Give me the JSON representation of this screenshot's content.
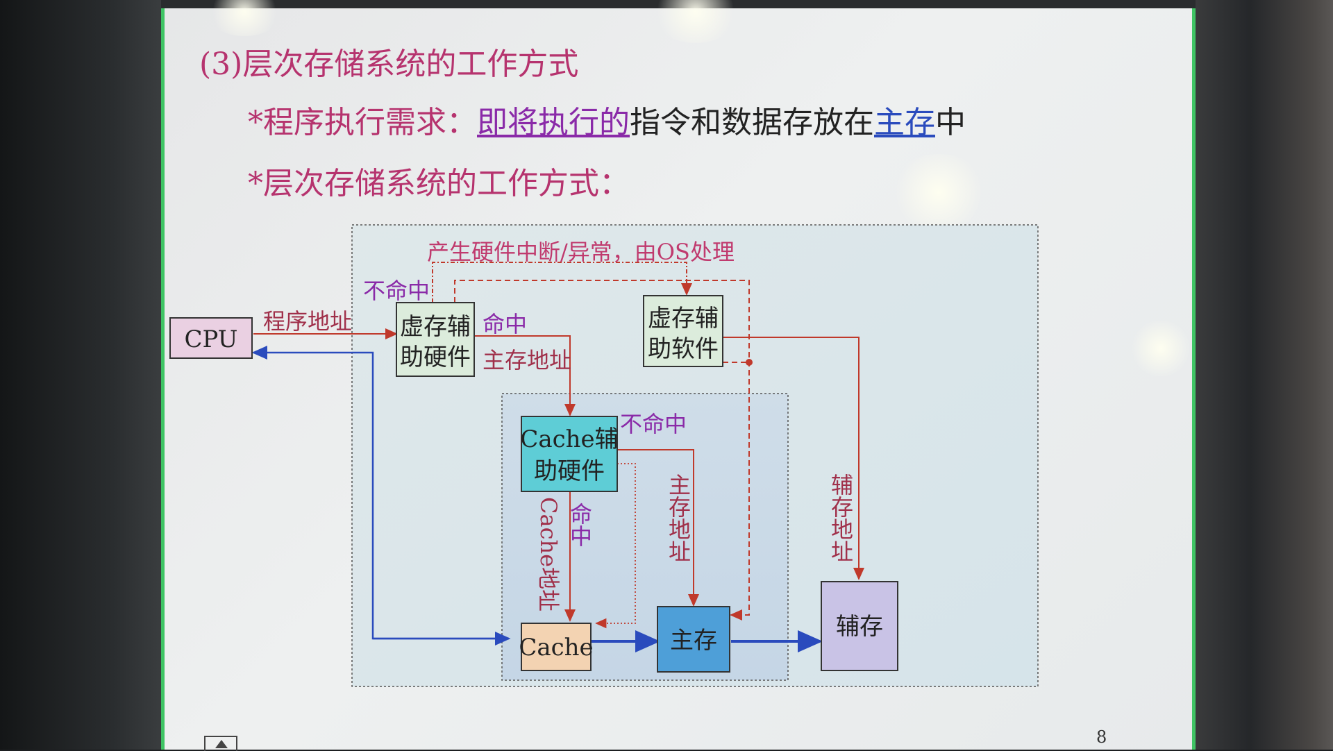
{
  "slide": {
    "title": "(3)层次存储系统的工作方式",
    "line1_prefix": "*程序执行需求：",
    "line1_underline1": "即将执行的",
    "line1_middle": "指令和数据存放在",
    "line1_underline2": "主存",
    "line1_suffix": "中",
    "line2": "*层次存储系统的工作方式：",
    "page_number": "8"
  },
  "diagram": {
    "boxes": {
      "cpu": "CPU",
      "vm_hw_1": "虚存辅",
      "vm_hw_2": "助硬件",
      "vm_sw_1": "虚存辅",
      "vm_sw_2": "助软件",
      "cache_hw_1": "Cache辅",
      "cache_hw_2": "助硬件",
      "cache": "Cache",
      "main_memory": "主存",
      "aux_memory": "辅存"
    },
    "labels": {
      "interrupt": "产生硬件中断/异常，由OS处理",
      "miss_top": "不命中",
      "program_address": "程序地址",
      "hit_top": "命中",
      "main_address": "主存地址",
      "cache_miss": "不命中",
      "cache_address": "Cache地址",
      "cache_hit": "命中",
      "main_address_vertical": "主存地址",
      "aux_address": "辅存地址"
    }
  },
  "colors": {
    "slide_green": "#3fc464",
    "title_red": "#b6336e",
    "arrow_red": "#c0392b",
    "arrow_blue": "#2a4bbd"
  }
}
